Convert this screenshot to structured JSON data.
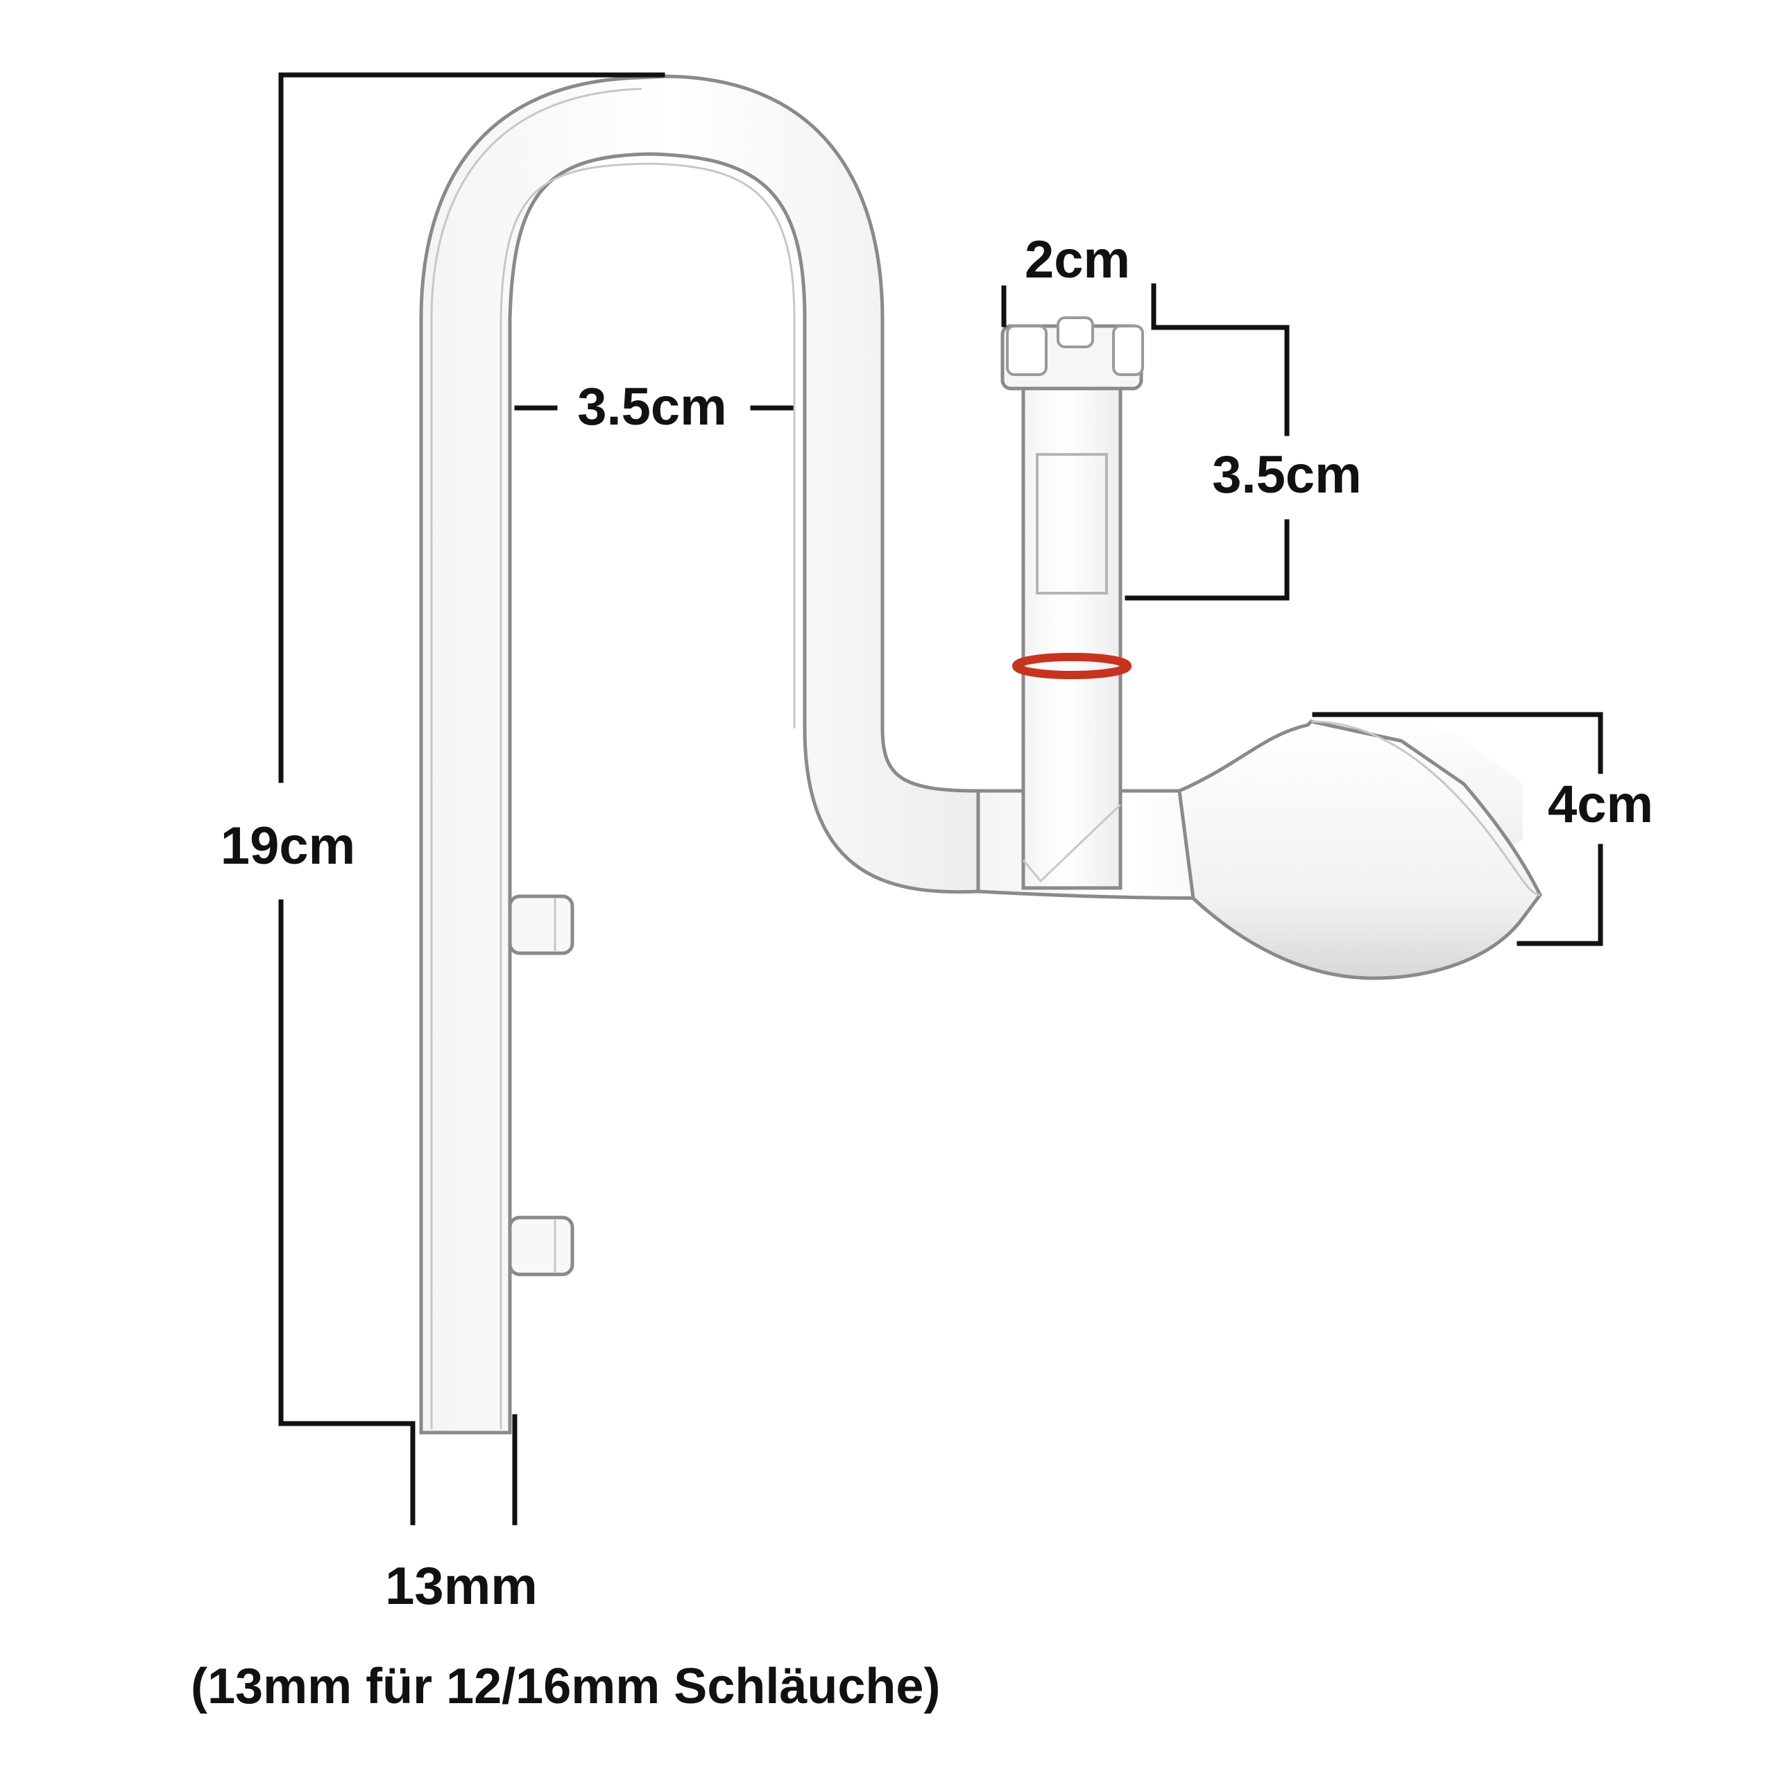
{
  "colors": {
    "background": "#ffffff",
    "dimension_lines": "#111111",
    "glass": "#8f8f8f",
    "o_ring": "#c8331e"
  },
  "dimensions": {
    "overall_height": "19cm",
    "inner_width": "3.5cm",
    "top_diameter": "2cm",
    "top_height": "3.5cm",
    "outlet_height": "4cm",
    "tube_diameter": "13mm"
  },
  "note": "(13mm für 12/16mm Schläuche)"
}
